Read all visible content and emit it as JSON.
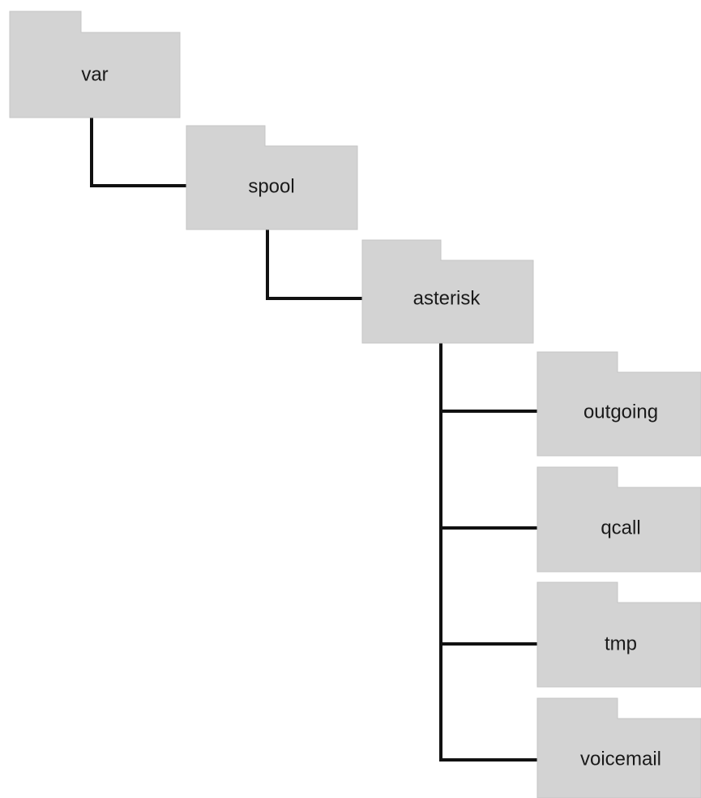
{
  "tree": {
    "root": {
      "label": "var",
      "icon": "folder-icon"
    },
    "level1": {
      "label": "spool",
      "icon": "folder-icon"
    },
    "level2": {
      "label": "asterisk",
      "icon": "folder-icon"
    },
    "children": [
      {
        "label": "outgoing",
        "icon": "folder-icon"
      },
      {
        "label": "qcall",
        "icon": "folder-icon"
      },
      {
        "label": "tmp",
        "icon": "folder-icon"
      },
      {
        "label": "voicemail",
        "icon": "folder-icon"
      }
    ]
  },
  "colors": {
    "folder_fill": "#d3d3d3",
    "connector": "#111111",
    "label_text": "#1a1a1a"
  }
}
